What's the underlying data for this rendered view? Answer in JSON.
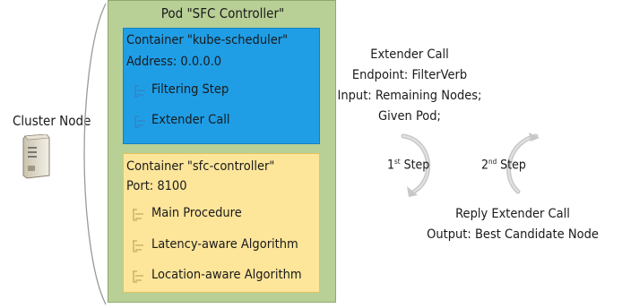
{
  "cluster_node": {
    "label": "Cluster Node",
    "icon": "server-icon"
  },
  "pod": {
    "title": "Pod \"SFC Controller\""
  },
  "scheduler": {
    "title": "Container \"kube-scheduler\"",
    "address": "Address: 0.0.0.0",
    "items": [
      "Filtering Step",
      "Extender Call"
    ]
  },
  "controller": {
    "title": "Container \"sfc-controller\"",
    "port": "Port: 8100",
    "items": [
      "Main Procedure",
      "Latency-aware Algorithm",
      "Location-aware Algorithm"
    ]
  },
  "extender_call": {
    "lines": [
      "Extender Call",
      "Endpoint: FilterVerb",
      "Input: Remaining Nodes;",
      "Given Pod;"
    ]
  },
  "steps": {
    "step1": {
      "num": "1",
      "sup": "st",
      "label": " Step"
    },
    "step2": {
      "num": "2",
      "sup": "nd",
      "label": " Step"
    }
  },
  "reply": {
    "lines": [
      "Reply Extender Call",
      "Output: Best Candidate Node"
    ]
  },
  "colors": {
    "pod": "#b8cf96",
    "scheduler": "#1f9ee6",
    "controller": "#fde59a"
  }
}
